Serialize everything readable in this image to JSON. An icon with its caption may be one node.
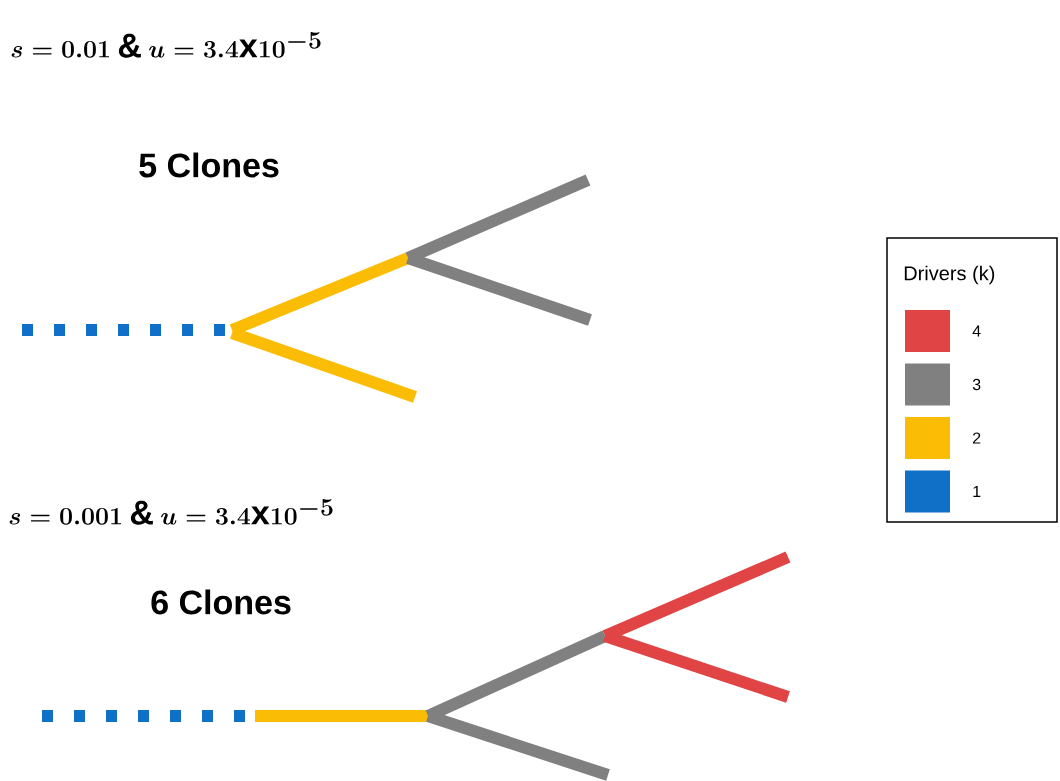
{
  "diagram": {
    "labels": [
      "s = 0.01 \\mathbin{\\&} u = 3.4\\mathrm{x}10^{-5}",
      "5 Clones",
      "Drivers (k)",
      "s = 0.001 \\mathbin{\\&} u = 3.4\\mathrm{x}10^{-5}",
      "6 Clones"
    ],
    "legend": [
      {
        "text": "4",
        "color": "#e04444"
      },
      {
        "text": "3",
        "color": "#808080"
      },
      {
        "text": "2",
        "color": "#fbbc05"
      },
      {
        "text": "1",
        "color": "#1070c8"
      }
    ]
  }
}
